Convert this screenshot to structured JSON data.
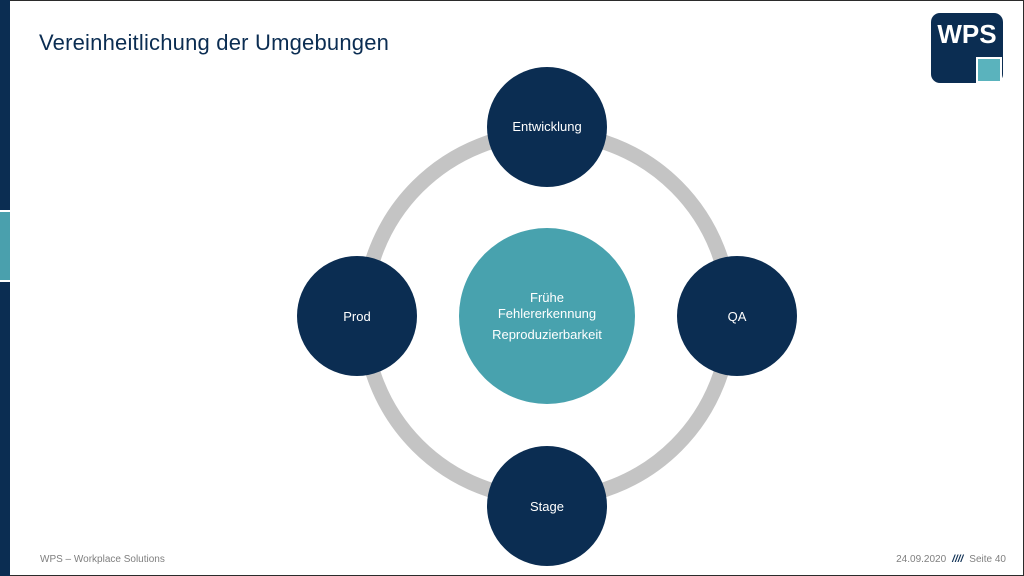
{
  "slide": {
    "title": "Vereinheitlichung der Umgebungen"
  },
  "logo": {
    "text": "WPS",
    "icon": "wps-logo-icon"
  },
  "diagram": {
    "center": {
      "lines": [
        "Frühe",
        "Fehlererkennung",
        "Reproduzierbarkeit"
      ]
    },
    "nodes": {
      "top": "Entwicklung",
      "right": "QA",
      "bottom": "Stage",
      "left": "Prod"
    }
  },
  "footer": {
    "company": "WPS – Workplace Solutions",
    "date": "24.09.2020",
    "separator": "////",
    "page": "Seite 40"
  },
  "colors": {
    "navy": "#0b2d52",
    "teal": "#48a2ae",
    "ring": "#c4c4c4",
    "logo_teal": "#5ab3bd"
  }
}
